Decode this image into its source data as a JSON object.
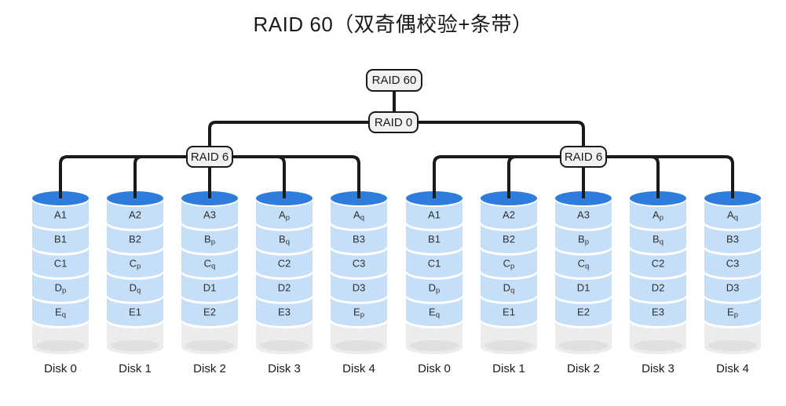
{
  "title": "RAID 60（双奇偶校验+条带）",
  "tree": {
    "root": "RAID 60",
    "middle": "RAID 0"
  },
  "colors": {
    "line": "#1a1a1a",
    "text": "#1a1a1a",
    "node_fill": "#f2f2f2",
    "node_border": "#1a1a1a",
    "disk_top": "#2e7cdb",
    "disk_band": "#c6dff8",
    "band_text": "#2e2e2e",
    "disk_free": "#ececec",
    "disk_free_rim": "#e0e0e0"
  },
  "groups": [
    {
      "raid_label": "RAID 6",
      "disks": [
        {
          "label": "Disk 0",
          "blocks": [
            "A1",
            "B1",
            "C1",
            "Dp",
            "Eq"
          ]
        },
        {
          "label": "Disk 1",
          "blocks": [
            "A2",
            "B2",
            "Cp",
            "Dq",
            "E1"
          ]
        },
        {
          "label": "Disk 2",
          "blocks": [
            "A3",
            "Bp",
            "Cq",
            "D1",
            "E2"
          ]
        },
        {
          "label": "Disk 3",
          "blocks": [
            "Ap",
            "Bq",
            "C2",
            "D2",
            "E3"
          ]
        },
        {
          "label": "Disk 4",
          "blocks": [
            "Aq",
            "B3",
            "C3",
            "D3",
            "Ep"
          ]
        }
      ]
    },
    {
      "raid_label": "RAID 6",
      "disks": [
        {
          "label": "Disk 0",
          "blocks": [
            "A1",
            "B1",
            "C1",
            "Dp",
            "Eq"
          ]
        },
        {
          "label": "Disk 1",
          "blocks": [
            "A2",
            "B2",
            "Cp",
            "Dq",
            "E1"
          ]
        },
        {
          "label": "Disk 2",
          "blocks": [
            "A3",
            "Bp",
            "Cq",
            "D1",
            "E2"
          ]
        },
        {
          "label": "Disk 3",
          "blocks": [
            "Ap",
            "Bq",
            "C2",
            "D2",
            "E3"
          ]
        },
        {
          "label": "Disk 4",
          "blocks": [
            "Aq",
            "B3",
            "C3",
            "D3",
            "Ep"
          ]
        }
      ]
    }
  ]
}
